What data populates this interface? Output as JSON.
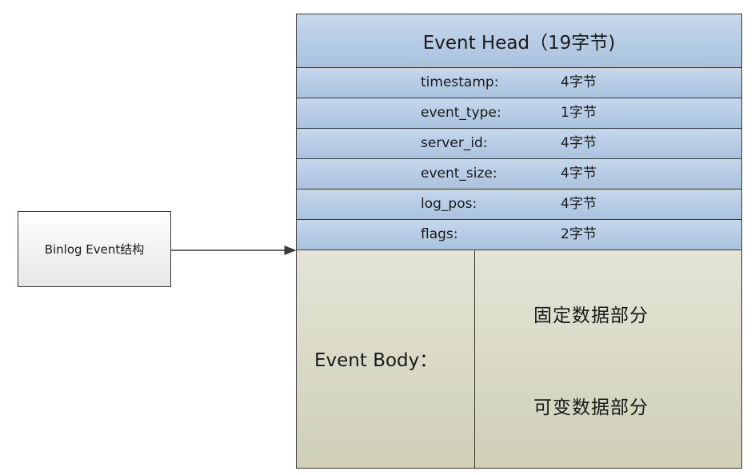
{
  "source": {
    "label": "Binlog Event结构"
  },
  "event_head": {
    "title": "Event Head（19字节)",
    "fields": [
      {
        "name": "timestamp:",
        "size": "4字节"
      },
      {
        "name": "event_type:",
        "size": "1字节"
      },
      {
        "name": "server_id:",
        "size": "4字节"
      },
      {
        "name": "event_size:",
        "size": "4字节"
      },
      {
        "name": "log_pos:",
        "size": "4字节"
      },
      {
        "name": "flags:",
        "size": "2字节"
      }
    ]
  },
  "event_body": {
    "label": "Event Body：",
    "parts": [
      "固定数据部分",
      "可变数据部分"
    ]
  },
  "colors": {
    "head_fill": "#b4cbe4",
    "body_fill": "#d8d9c6",
    "border": "#3a3a3a"
  }
}
